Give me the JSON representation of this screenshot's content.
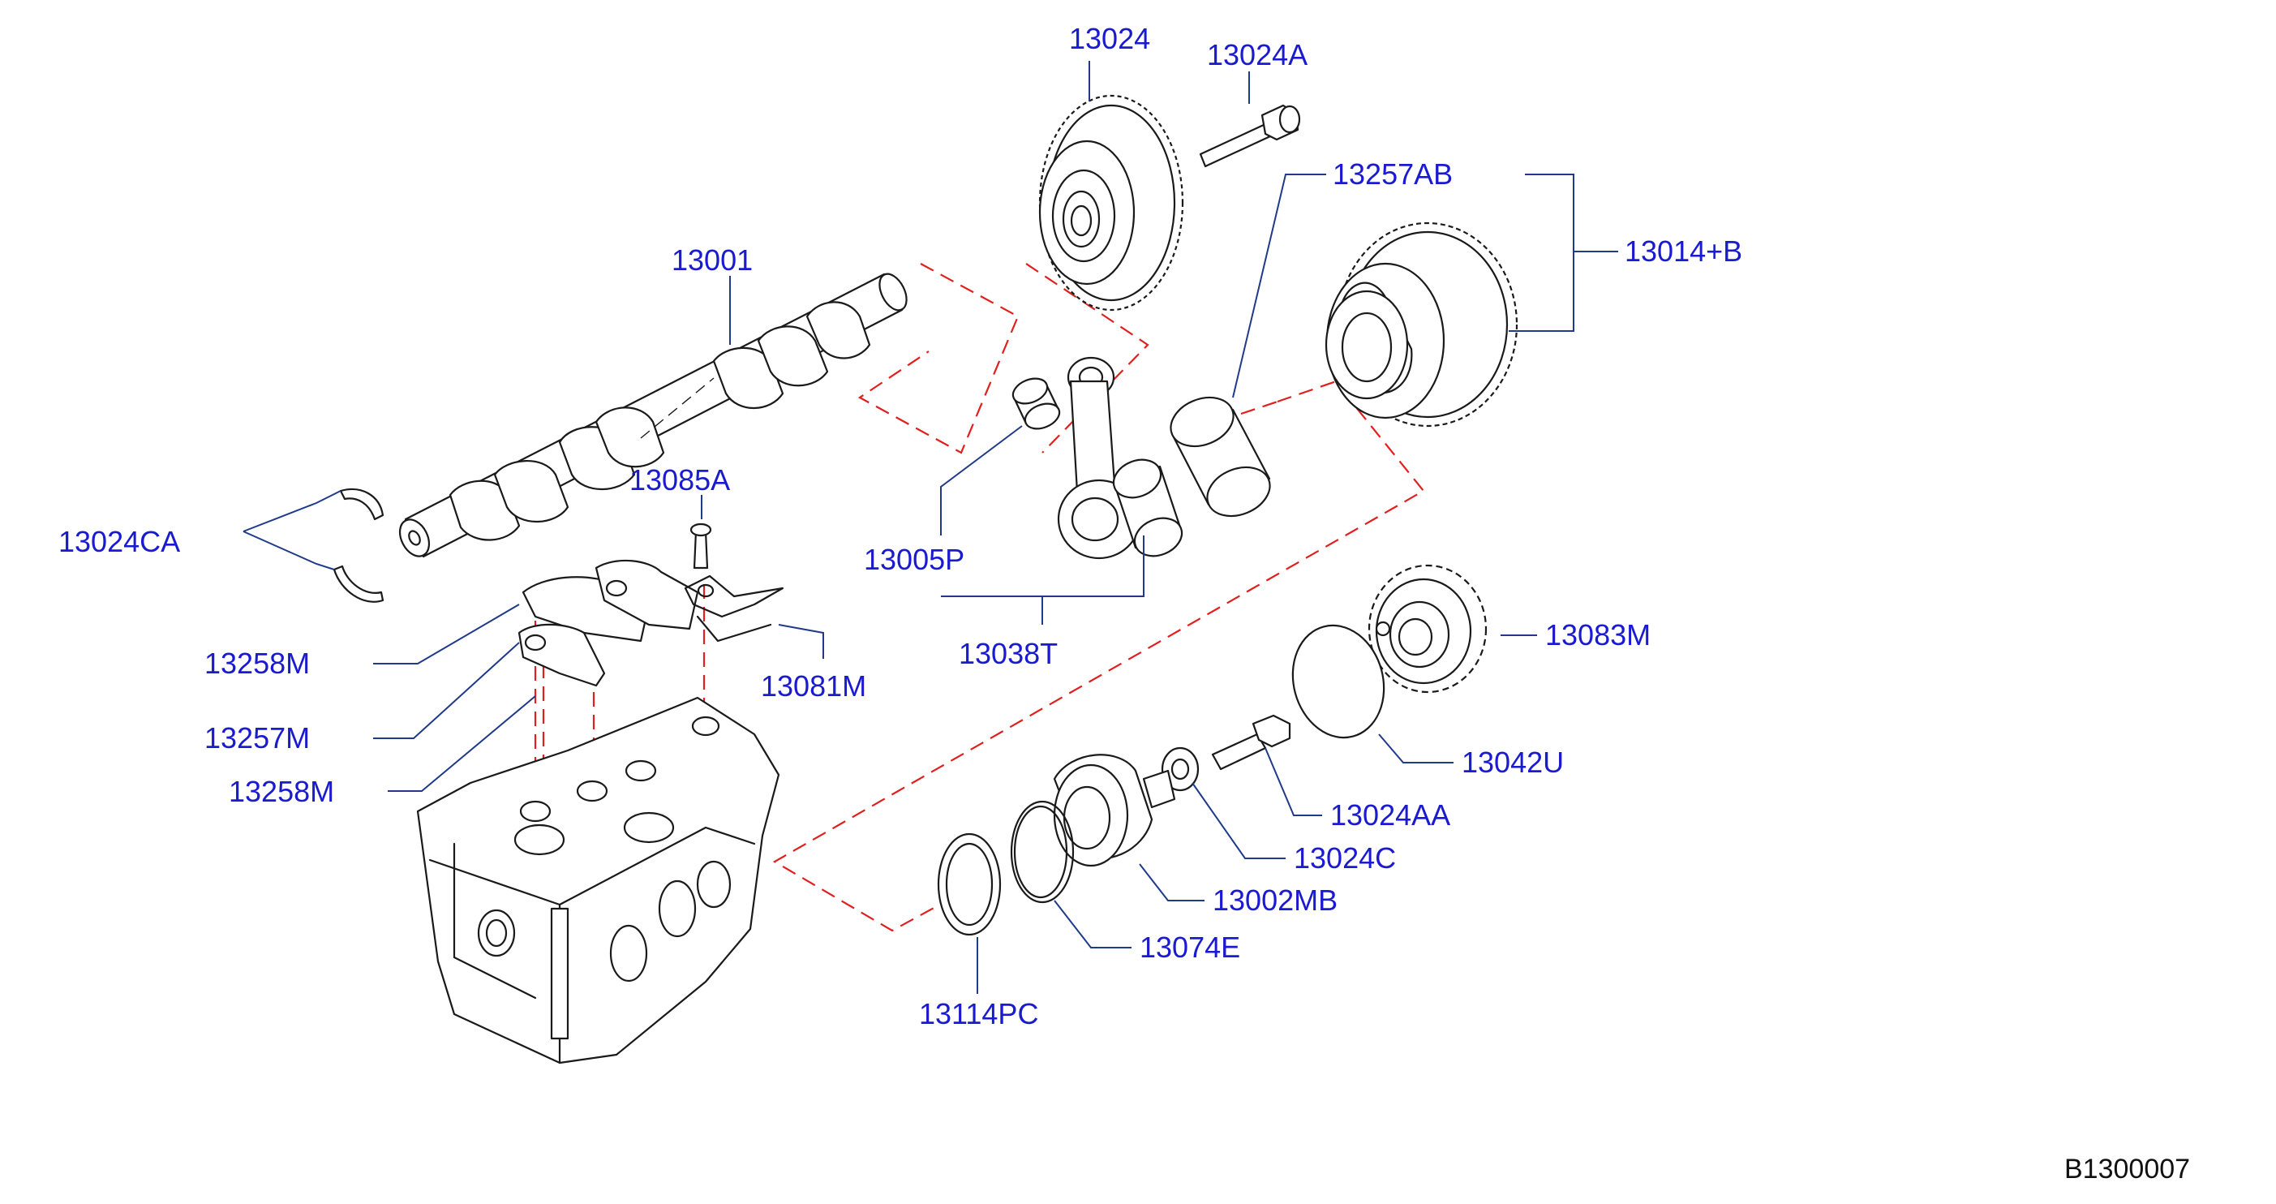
{
  "callouts": {
    "c13024": "13024",
    "c13024A": "13024A",
    "c13257AB": "13257AB",
    "c13014B": "13014+B",
    "c13001": "13001",
    "c13024CA": "13024CA",
    "c13085A": "13085A",
    "c13005P": "13005P",
    "c13258M_top": "13258M",
    "c13081M": "13081M",
    "c13038T": "13038T",
    "c13257M": "13257M",
    "c13258M_bottom": "13258M",
    "c13083M": "13083M",
    "c13042U": "13042U",
    "c13024AA": "13024AA",
    "c13024C": "13024C",
    "c13002MB": "13002MB",
    "c13074E": "13074E",
    "c13114PC": "13114PC"
  },
  "diagram_code": "B1300007",
  "colors": {
    "label": "#1a1ad0",
    "leader": "#1f3a8a",
    "line_art": "#1a1a1a",
    "dashed_guide": "#e0201e"
  }
}
